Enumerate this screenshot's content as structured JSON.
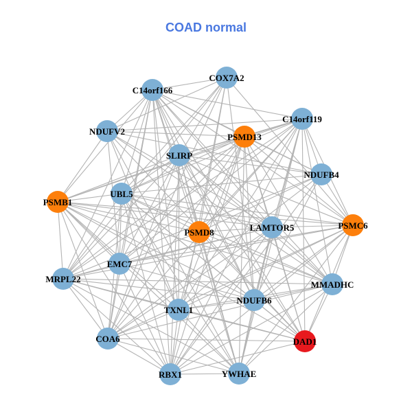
{
  "title": "COAD normal",
  "colors": {
    "default": "#7eb0d5",
    "highlight": "#fd7f0b",
    "key": "#e8191e",
    "edge": "#b3b3b3"
  },
  "nodes": [
    {
      "id": "COX7A2",
      "group": "default"
    },
    {
      "id": "C14orf166",
      "group": "default"
    },
    {
      "id": "C14orf119",
      "group": "default"
    },
    {
      "id": "NDUFV2",
      "group": "default"
    },
    {
      "id": "PSMD13",
      "group": "highlight"
    },
    {
      "id": "SLIRP",
      "group": "default"
    },
    {
      "id": "NDUFB4",
      "group": "default"
    },
    {
      "id": "UBL5",
      "group": "default"
    },
    {
      "id": "PSMB1",
      "group": "highlight"
    },
    {
      "id": "PSMD8",
      "group": "highlight"
    },
    {
      "id": "LAMTOR5",
      "group": "default"
    },
    {
      "id": "PSMC6",
      "group": "highlight"
    },
    {
      "id": "EMC7",
      "group": "default"
    },
    {
      "id": "MRPL22",
      "group": "default"
    },
    {
      "id": "MMADHC",
      "group": "default"
    },
    {
      "id": "NDUFB6",
      "group": "default"
    },
    {
      "id": "TXNL1",
      "group": "default"
    },
    {
      "id": "COA6",
      "group": "default"
    },
    {
      "id": "DAD1",
      "group": "key"
    },
    {
      "id": "RBX1",
      "group": "default"
    },
    {
      "id": "YWHAE",
      "group": "default"
    }
  ]
}
